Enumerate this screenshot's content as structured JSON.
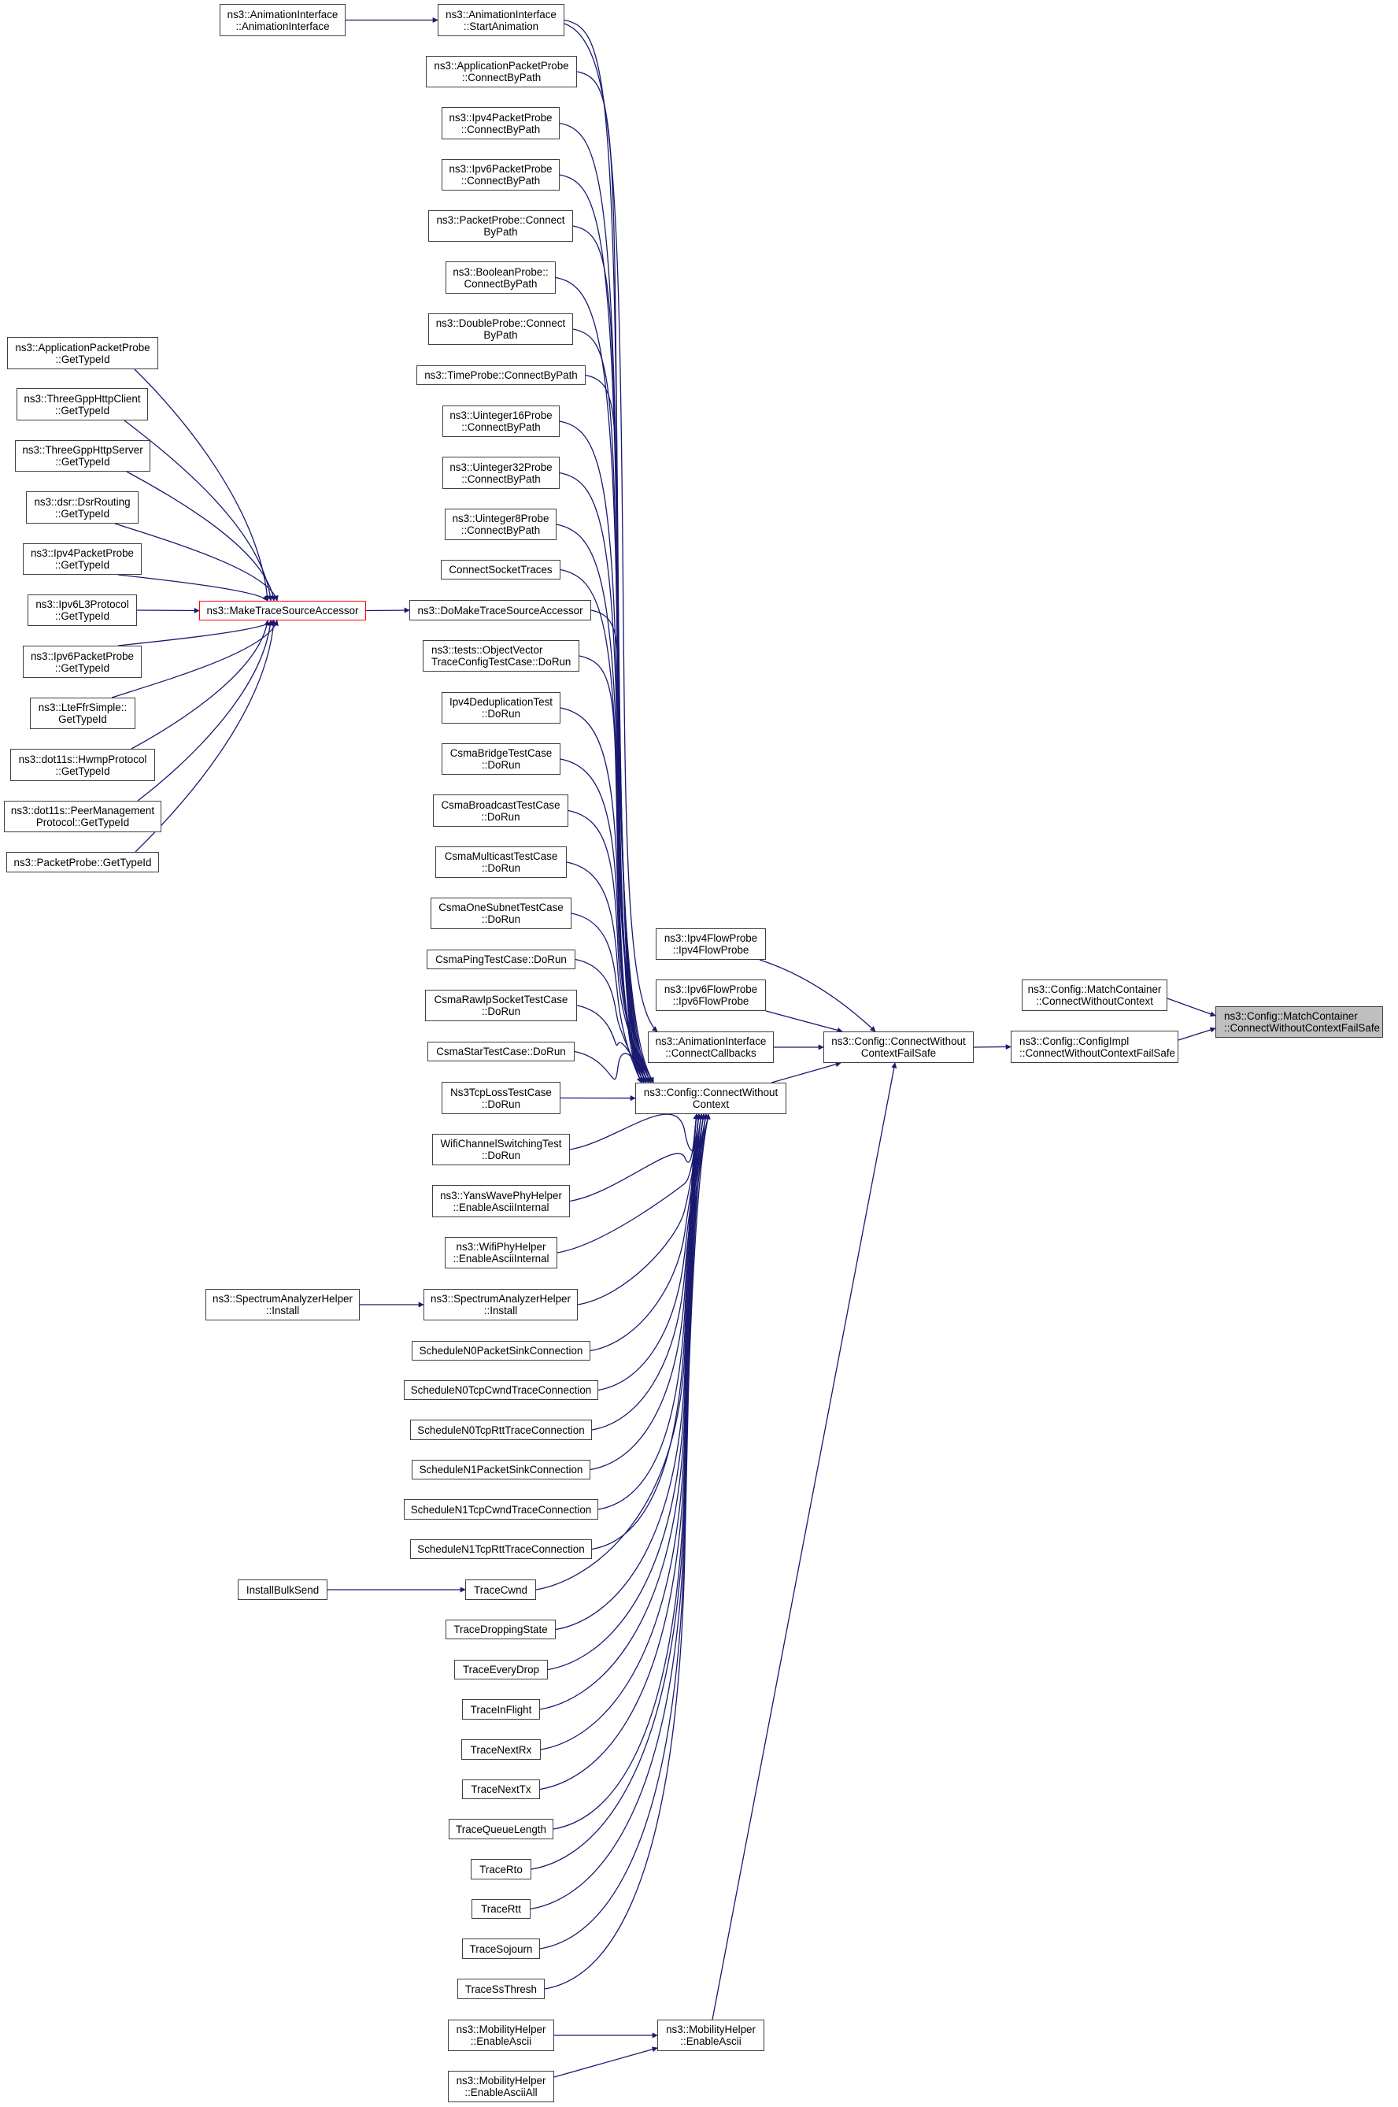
{
  "title": "Call graph of ns3::Config::MatchContainer::ConnectWithoutContextFailSafe",
  "colors": {
    "edge": "#191970",
    "node_border": "#404040",
    "highlight_border": "#ff0000",
    "root_fill": "#bfbfbf"
  },
  "nodes": {
    "anim_ctor": "ns3::AnimationInterface\n::AnimationInterface",
    "start_anim": "ns3::AnimationInterface\n::StartAnimation",
    "app_probe_cbp": "ns3::ApplicationPacketProbe\n::ConnectByPath",
    "ipv4_probe_cbp": "ns3::Ipv4PacketProbe\n::ConnectByPath",
    "ipv6_probe_cbp": "ns3::Ipv6PacketProbe\n::ConnectByPath",
    "packet_probe_cbp": "ns3::PacketProbe::Connect\nByPath",
    "bool_probe_cbp": "ns3::BooleanProbe::\nConnectByPath",
    "double_probe_cbp": "ns3::DoubleProbe::Connect\nByPath",
    "time_probe_cbp": "ns3::TimeProbe::ConnectByPath",
    "u16_probe_cbp": "ns3::Uinteger16Probe\n::ConnectByPath",
    "u32_probe_cbp": "ns3::Uinteger32Probe\n::ConnectByPath",
    "u8_probe_cbp": "ns3::Uinteger8Probe\n::ConnectByPath",
    "connect_socket_traces": "ConnectSocketTraces",
    "do_make_tsa": "ns3::DoMakeTraceSourceAccessor",
    "objvec_test": "ns3::tests::ObjectVector\nTraceConfigTestCase::DoRun",
    "ipv4_dedup": "Ipv4DeduplicationTest\n::DoRun",
    "csma_bridge": "CsmaBridgeTestCase\n::DoRun",
    "csma_broadcast": "CsmaBroadcastTestCase\n::DoRun",
    "csma_multicast": "CsmaMulticastTestCase\n::DoRun",
    "csma_onesubnet": "CsmaOneSubnetTestCase\n::DoRun",
    "csma_ping": "CsmaPingTestCase::DoRun",
    "csma_rawip": "CsmaRawIpSocketTestCase\n::DoRun",
    "csma_star": "CsmaStarTestCase::DoRun",
    "tcp_loss": "Ns3TcpLossTestCase\n::DoRun",
    "wifi_chswitch": "WifiChannelSwitchingTest\n::DoRun",
    "yans_wave": "ns3::YansWavePhyHelper\n::EnableAsciiInternal",
    "wifi_phy": "ns3::WifiPhyHelper\n::EnableAsciiInternal",
    "spectrum_mid": "ns3::SpectrumAnalyzerHelper\n::Install",
    "spectrum_left": "ns3::SpectrumAnalyzerHelper\n::Install",
    "n0_packetsink": "ScheduleN0PacketSinkConnection",
    "n0_tcpcwnd": "ScheduleN0TcpCwndTraceConnection",
    "n0_tcprtt": "ScheduleN0TcpRttTraceConnection",
    "n1_packetsink": "ScheduleN1PacketSinkConnection",
    "n1_tcpcwnd": "ScheduleN1TcpCwndTraceConnection",
    "n1_tcprtt": "ScheduleN1TcpRttTraceConnection",
    "install_bulk": "InstallBulkSend",
    "trace_cwnd": "TraceCwnd",
    "trace_dropping": "TraceDroppingState",
    "trace_everydrop": "TraceEveryDrop",
    "trace_inflight": "TraceInFlight",
    "trace_nextrx": "TraceNextRx",
    "trace_nexttx": "TraceNextTx",
    "trace_queuelen": "TraceQueueLength",
    "trace_rto": "TraceRto",
    "trace_rtt": "TraceRtt",
    "trace_sojourn": "TraceSojourn",
    "trace_ssthresh": "TraceSsThresh",
    "mob_enable_left": "ns3::MobilityHelper\n::EnableAscii",
    "mob_enable_all": "ns3::MobilityHelper\n::EnableAsciiAll",
    "mob_enable_mid": "ns3::MobilityHelper\n::EnableAscii",
    "gt_app_probe": "ns3::ApplicationPacketProbe\n::GetTypeId",
    "gt_3gpp_client": "ns3::ThreeGppHttpClient\n::GetTypeId",
    "gt_3gpp_server": "ns3::ThreeGppHttpServer\n::GetTypeId",
    "gt_dsr": "ns3::dsr::DsrRouting\n::GetTypeId",
    "gt_ipv4_probe": "ns3::Ipv4PacketProbe\n::GetTypeId",
    "gt_ipv6_l3": "ns3::Ipv6L3Protocol\n::GetTypeId",
    "gt_ipv6_probe": "ns3::Ipv6PacketProbe\n::GetTypeId",
    "gt_lte_ffr": "ns3::LteFfrSimple::\nGetTypeId",
    "gt_hwmp": "ns3::dot11s::HwmpProtocol\n::GetTypeId",
    "gt_peer_mgmt": "ns3::dot11s::PeerManagement\nProtocol::GetTypeId",
    "gt_packet_probe": "ns3::PacketProbe::GetTypeId",
    "make_tsa": "ns3::MakeTraceSourceAccessor",
    "ipv4_flow_probe": "ns3::Ipv4FlowProbe\n::Ipv4FlowProbe",
    "ipv6_flow_probe": "ns3::Ipv6FlowProbe\n::Ipv6FlowProbe",
    "connect_callbacks": "ns3::AnimationInterface\n::ConnectCallbacks",
    "cwc": "ns3::Config::ConnectWithout\nContext",
    "cwc_failsafe": "ns3::Config::ConnectWithout\nContextFailSafe",
    "mc_cwc": "ns3::Config::MatchContainer\n::ConnectWithoutContext",
    "configimpl_failsafe": "ns3::Config::ConfigImpl\n::ConnectWithoutContextFailSafe",
    "root": "ns3::Config::MatchContainer\n::ConnectWithoutContextFailSafe"
  },
  "highlighted_node": "make_tsa",
  "focus_node": "root"
}
